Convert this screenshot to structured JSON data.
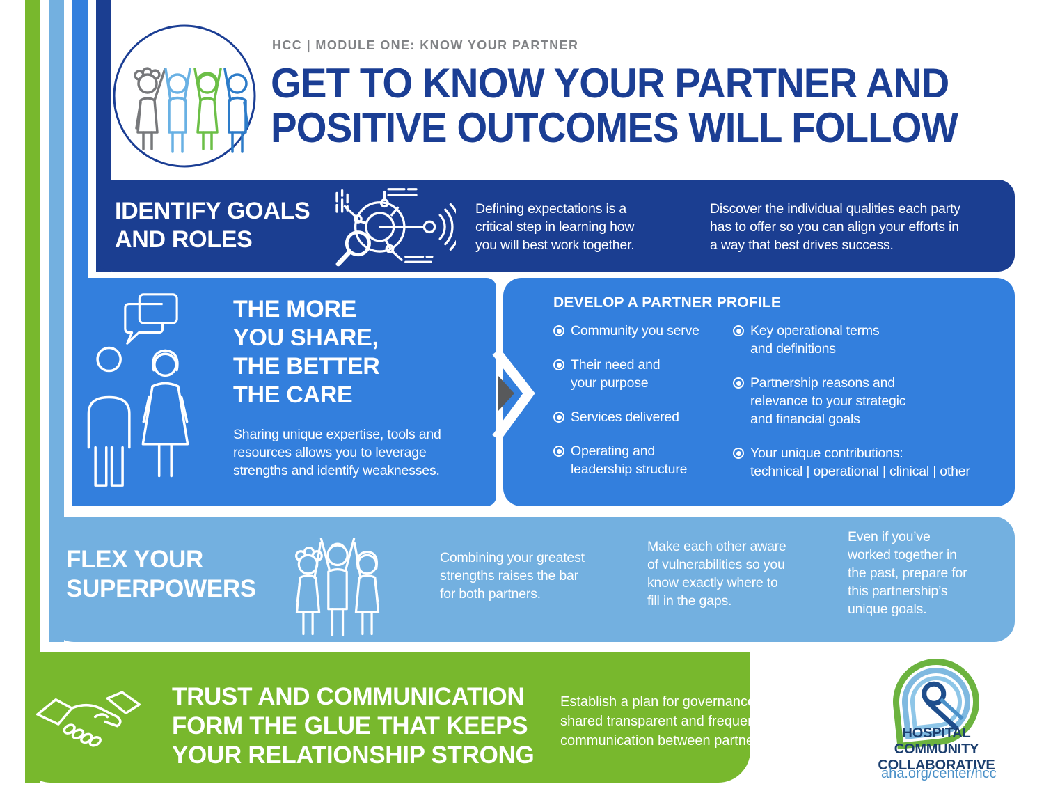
{
  "colors": {
    "navy": "#1b3e91",
    "blue": "#337fdd",
    "light_blue": "#73b0e0",
    "green": "#78b82d",
    "title_navy": "#1b3e94",
    "kicker_gray": "#808285",
    "arrow_gray": "#58595b",
    "logo_navy": "#1b3e6e",
    "link_blue": "#4a90c8"
  },
  "icons": {
    "header": "people-circle-icon",
    "identify": "radar-magnifier-icon",
    "share": [
      "speech-bubbles-icon",
      "two-people-icon"
    ],
    "share_arrow": "chevron-right-arrow",
    "flex": "three-people-highfive-icon",
    "trust": "handshake-icon",
    "logo": "hcc-pin-logo"
  },
  "header": {
    "kicker": "HCC | MODULE ONE: KNOW YOUR PARTNER",
    "title": "GET TO KNOW YOUR PARTNER AND\nPOSITIVE OUTCOMES WILL FOLLOW"
  },
  "identify": {
    "heading": "IDENTIFY GOALS\nAND ROLES",
    "para1": "Defining expectations is a\ncritical step in learning how\nyou will best work together.",
    "para2": "Discover the individual qualities each party\nhas to offer so you can align your efforts in\na way that best drives success."
  },
  "share": {
    "heading": "THE MORE\nYOU SHARE,\nTHE BETTER\nTHE CARE",
    "para": "Sharing unique expertise, tools and\nresources allows you to leverage\nstrengths and identify weaknesses."
  },
  "profile": {
    "heading": "DEVELOP A PARTNER PROFILE",
    "col1": [
      "Community you serve",
      "Their need and\nyour purpose",
      "Services delivered",
      "Operating and\nleadership structure"
    ],
    "col2": [
      "Key operational terms\nand definitions",
      "Partnership reasons and\nrelevance to your strategic\nand financial goals",
      "Your unique contributions:\ntechnical | operational | clinical | other"
    ]
  },
  "flex": {
    "heading": "FLEX YOUR\nSUPERPOWERS",
    "para1": "Combining your greatest\nstrengths raises the bar\nfor both partners.",
    "para2": "Make each other aware\nof vulnerabilities so you\nknow exactly where to\nfill in the gaps.",
    "para3": "Even if you’ve\nworked together in\nthe past, prepare for\nthis partnership’s\nunique goals."
  },
  "trust": {
    "heading": "TRUST AND COMMUNICATION\nFORM THE GLUE THAT KEEPS\nYOUR RELATIONSHIP STRONG",
    "para": "Establish a plan for governance and\nshared transparent and frequent\ncommunication between partners."
  },
  "logo": {
    "name": "HOSPITAL COMMUNITY\nCOLLABORATIVE",
    "url": "aha.org/center/hcc"
  }
}
